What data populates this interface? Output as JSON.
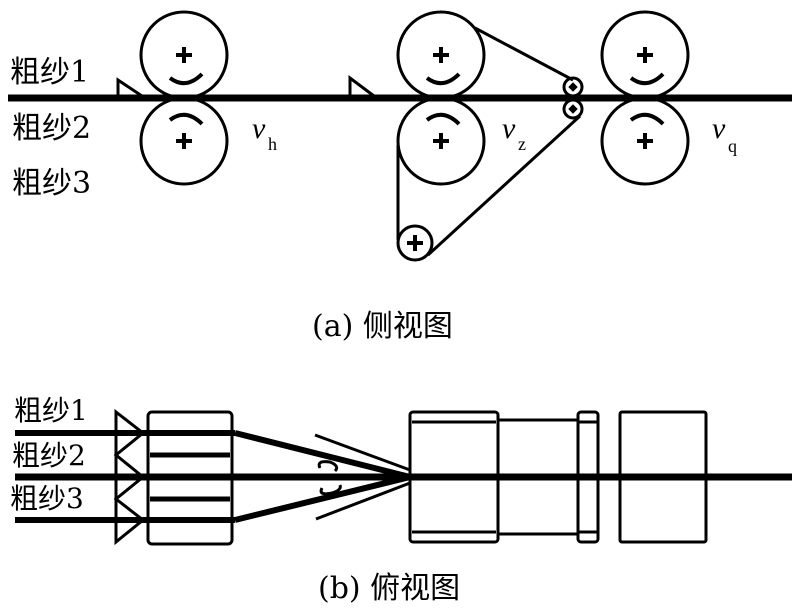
{
  "side_view": {
    "roving_labels": [
      "粗纱1",
      "粗纱2",
      "粗纱3"
    ],
    "speed_labels": [
      {
        "symbol": "v",
        "subscript": "h"
      },
      {
        "symbol": "v",
        "subscript": "z"
      },
      {
        "symbol": "v",
        "subscript": "q"
      }
    ],
    "caption": "(a) 侧视图"
  },
  "top_view": {
    "roving_labels": [
      "粗纱1",
      "粗纱2",
      "粗纱3"
    ],
    "caption": "(b) 俯视图"
  },
  "colors": {
    "stroke": "#000000",
    "background": "#ffffff"
  }
}
